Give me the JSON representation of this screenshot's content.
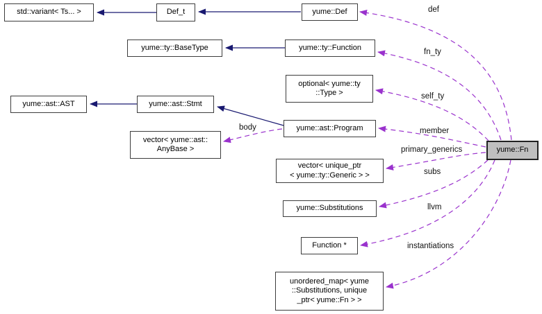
{
  "diagram": {
    "kind": "collaboration-graph",
    "main_node": "yume::Fn",
    "colors": {
      "inheritance_edge": "#191970",
      "usage_edge": "#9a32cd",
      "node_fill": "#ffffff",
      "main_node_fill": "#bfbfbf",
      "node_border": "#3c3c3c",
      "background": "#ffffff",
      "text": "#000000"
    },
    "nodes": {
      "std_variant": {
        "label": "std::variant< Ts... >"
      },
      "def_t": {
        "label": "Def_t"
      },
      "yume_def": {
        "label": "yume::Def"
      },
      "ty_basetype": {
        "label": "yume::ty::BaseType"
      },
      "ty_function": {
        "label": "yume::ty::Function"
      },
      "optional_type": {
        "label": "optional< yume::ty\n::Type >"
      },
      "ast_ast": {
        "label": "yume::ast::AST"
      },
      "ast_stmt": {
        "label": "yume::ast::Stmt"
      },
      "ast_program": {
        "label": "yume::ast::Program"
      },
      "vector_anybase": {
        "label": "vector< yume::ast::\nAnyBase >"
      },
      "vector_generic": {
        "label": "vector< unique_ptr\n< yume::ty::Generic > >"
      },
      "substitutions": {
        "label": "yume::Substitutions"
      },
      "function_ptr": {
        "label": "Function *"
      },
      "unordered_map": {
        "label": "unordered_map< yume\n::Substitutions, unique\n_ptr< yume::Fn > >"
      },
      "yume_fn": {
        "label": "yume::Fn"
      }
    },
    "edge_labels": {
      "def": "def",
      "fn_ty": "fn_ty",
      "self_ty": "self_ty",
      "member": "member",
      "primary_generics": "primary_generics",
      "subs": "subs",
      "llvm": "llvm",
      "instantiations": "instantiations",
      "body": "body"
    }
  }
}
